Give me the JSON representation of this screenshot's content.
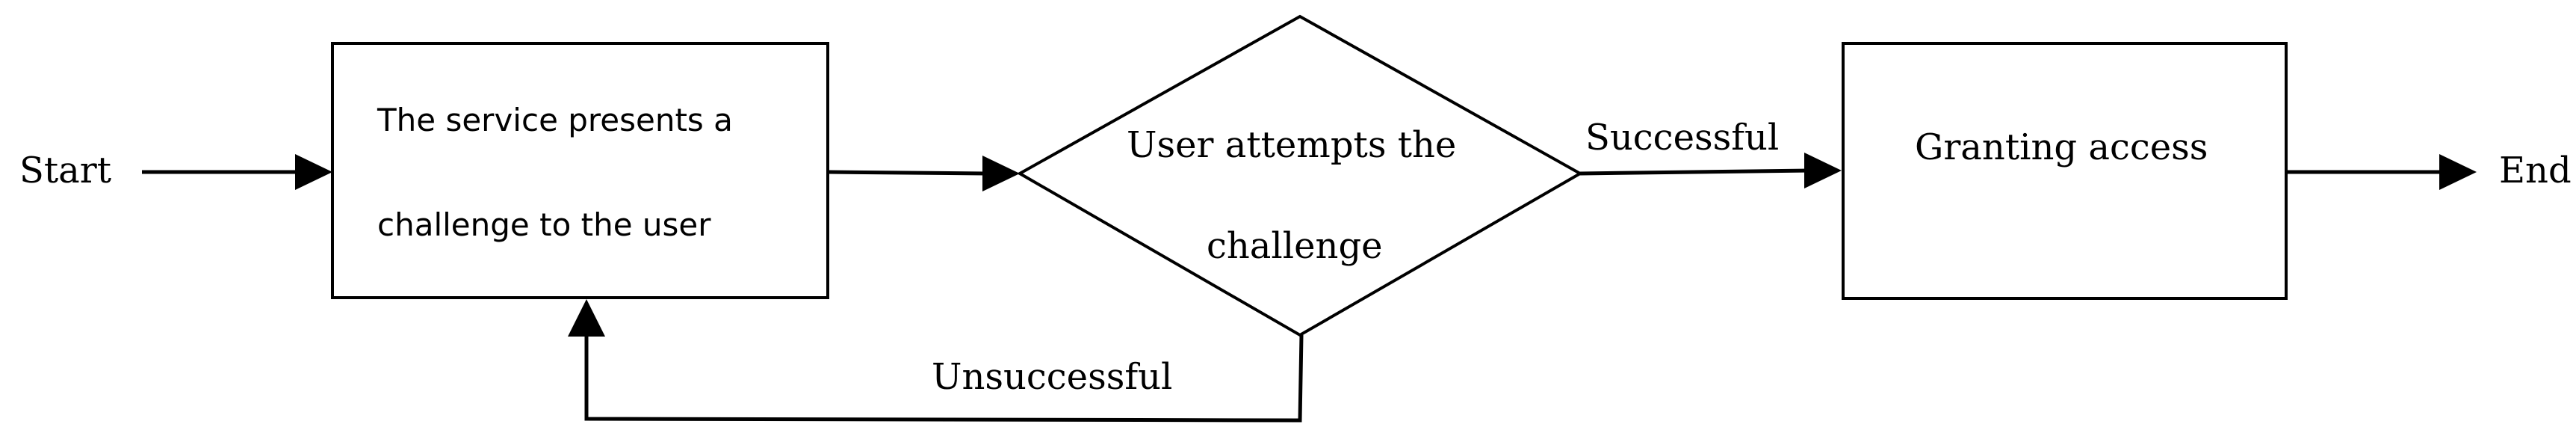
{
  "diagram": {
    "start_label": "Start",
    "end_label": "End",
    "step_present": {
      "line1": "The service presents a",
      "line2": "challenge to the user"
    },
    "decision_attempt": {
      "line1": "User attempts the",
      "line2": "challenge"
    },
    "step_grant": {
      "label": "Granting access"
    },
    "edge_success_label": "Successful",
    "edge_fail_label": "Unsuccessful"
  }
}
